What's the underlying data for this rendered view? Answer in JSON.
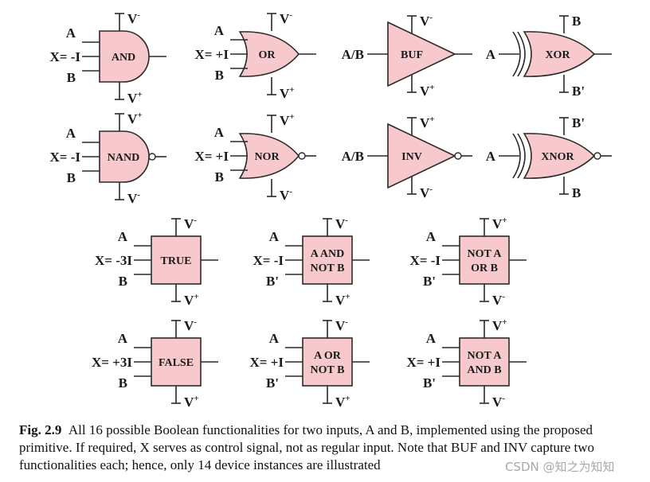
{
  "gates": [
    {
      "id": "and",
      "shape": "and",
      "label": "AND",
      "x_text": "X= -I",
      "in_a": "A",
      "in_b": "B",
      "top_label": "V",
      "top_sup": "-",
      "bot_label": "V",
      "bot_sup": "+"
    },
    {
      "id": "or",
      "shape": "or",
      "label": "OR",
      "x_text": "X= +I",
      "in_a": "A",
      "in_b": "B",
      "top_label": "V",
      "top_sup": "-",
      "bot_label": "V",
      "bot_sup": "+"
    },
    {
      "id": "buf",
      "shape": "buf",
      "label": "BUF",
      "in_single": "A/B",
      "top_label": "V",
      "top_sup": "-",
      "bot_label": "V",
      "bot_sup": "+"
    },
    {
      "id": "xor",
      "shape": "xor",
      "label": "XOR",
      "in_single": "A",
      "top_label": "B",
      "top_sup": "",
      "bot_label": "B'",
      "bot_sup": ""
    },
    {
      "id": "nand",
      "shape": "nand",
      "label": "NAND",
      "x_text": "X= -I",
      "in_a": "A",
      "in_b": "B",
      "top_label": "V",
      "top_sup": "+",
      "bot_label": "V",
      "bot_sup": "-"
    },
    {
      "id": "nor",
      "shape": "nor",
      "label": "NOR",
      "x_text": "X= +I",
      "in_a": "A",
      "in_b": "B",
      "top_label": "V",
      "top_sup": "+",
      "bot_label": "V",
      "bot_sup": "-"
    },
    {
      "id": "inv",
      "shape": "inv",
      "label": "INV",
      "in_single": "A/B",
      "top_label": "V",
      "top_sup": "+",
      "bot_label": "V",
      "bot_sup": "-"
    },
    {
      "id": "xnor",
      "shape": "xnor",
      "label": "XNOR",
      "in_single": "A",
      "top_label": "B'",
      "top_sup": "",
      "bot_label": "B",
      "bot_sup": ""
    },
    {
      "id": "true",
      "shape": "box",
      "label": "TRUE",
      "x_text": "X= -3I",
      "in_a": "A",
      "in_b": "B",
      "top_label": "V",
      "top_sup": "-",
      "bot_label": "V",
      "bot_sup": "+"
    },
    {
      "id": "a_and_not_b",
      "shape": "box",
      "label": "A AND\nNOT B",
      "x_text": "X= -I",
      "in_a": "A",
      "in_b": "B'",
      "top_label": "V",
      "top_sup": "-",
      "bot_label": "V",
      "bot_sup": "+"
    },
    {
      "id": "not_a_or_b",
      "shape": "box",
      "label": "NOT A\nOR B",
      "x_text": "X= -I",
      "in_a": "A",
      "in_b": "B'",
      "top_label": "V",
      "top_sup": "+",
      "bot_label": "V",
      "bot_sup": "-"
    },
    {
      "id": "false",
      "shape": "box",
      "label": "FALSE",
      "x_text": "X= +3I",
      "in_a": "A",
      "in_b": "B",
      "top_label": "V",
      "top_sup": "-",
      "bot_label": "V",
      "bot_sup": "+"
    },
    {
      "id": "a_or_not_b",
      "shape": "box",
      "label": "A OR\nNOT B",
      "x_text": "X= +I",
      "in_a": "A",
      "in_b": "B'",
      "top_label": "V",
      "top_sup": "-",
      "bot_label": "V",
      "bot_sup": "+"
    },
    {
      "id": "not_a_and_b",
      "shape": "box",
      "label": "NOT A\nAND B",
      "x_text": "X= +I",
      "in_a": "A",
      "in_b": "B'",
      "top_label": "V",
      "top_sup": "+",
      "bot_label": "V",
      "bot_sup": "-"
    }
  ],
  "caption": {
    "figure_label": "Fig. 2.9",
    "text": "All 16 possible Boolean functionalities for two inputs, A and B, implemented using the proposed primitive. If required, X serves as control signal, not as regular input. Note that BUF and INV capture two functionalities each; hence, only 14 device instances are illustrated"
  },
  "watermark": "CSDN @知之为知知",
  "colors": {
    "gate_fill": "#f7c9cd",
    "stroke": "#2a2a2a",
    "text": "#1a1a1a"
  }
}
